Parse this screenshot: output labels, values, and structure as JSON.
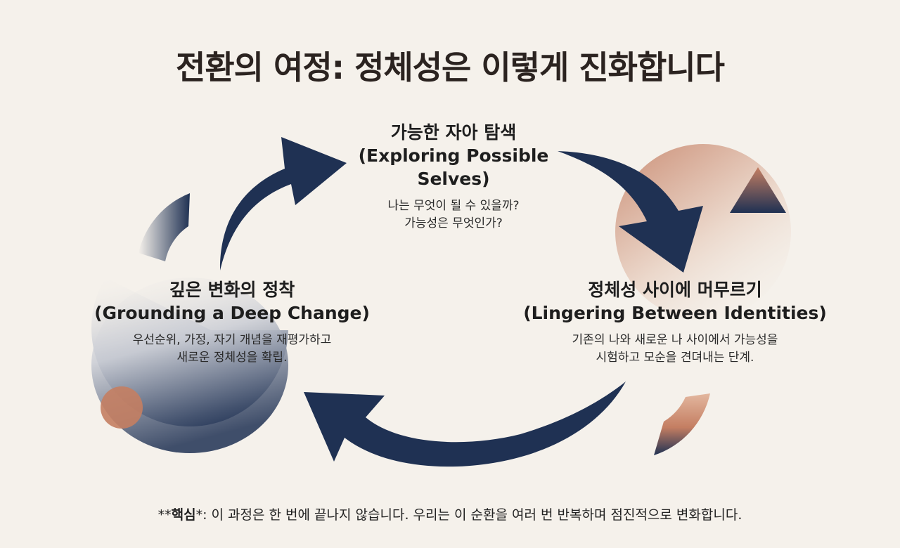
{
  "title": "전환의 여정: 정체성은 이렇게 진화합니다",
  "stages": {
    "top": {
      "title_ko": "가능한 자아 탐색",
      "title_en": "(Exploring Possible",
      "title_en2": "Selves)",
      "desc1": "나는 무엇이 될 수 있을까?",
      "desc2": "가능성은 무엇인가?"
    },
    "right": {
      "title_ko": "정체성 사이에 머무르기",
      "title_en": "(Lingering Between Identities)",
      "desc1": "기존의 나와 새로운 나 사이에서 가능성을",
      "desc2": "시험하고 모순을 견뎌내는 단계."
    },
    "left": {
      "title_ko": "깊은 변화의 정착",
      "title_en": "(Grounding a Deep Change)",
      "desc1": "우선순위, 가정, 자기 개념을 재평가하고",
      "desc2": "새로운 정체성을 확립."
    }
  },
  "footnote": {
    "prefix": "**",
    "emphasis": "핵심",
    "suffix": "*: 이 과정은 한 번에 끝나지 않습니다. 우리는 이 순환을 여러 번 반복하며 점진적으로 변화합니다."
  },
  "colors": {
    "navy": "#1f3153",
    "terracotta": "#c47e62",
    "background": "#f5f1eb"
  }
}
